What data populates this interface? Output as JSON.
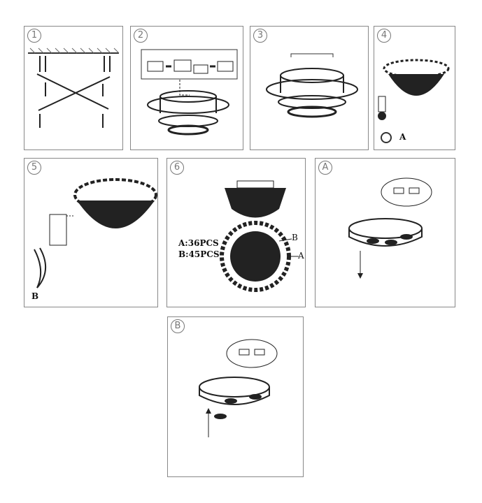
{
  "steps": {
    "s1": "1",
    "s2": "2",
    "s3": "3",
    "s4": "4",
    "s5": "5",
    "s6": "6",
    "sA": "A",
    "sB": "B"
  },
  "step4": {
    "part_label": "A"
  },
  "step5": {
    "part_label": "B"
  },
  "step6": {
    "count_a": "A:36PCS",
    "count_b": "B:45PCS",
    "callout_a": "A",
    "callout_b": "B"
  }
}
